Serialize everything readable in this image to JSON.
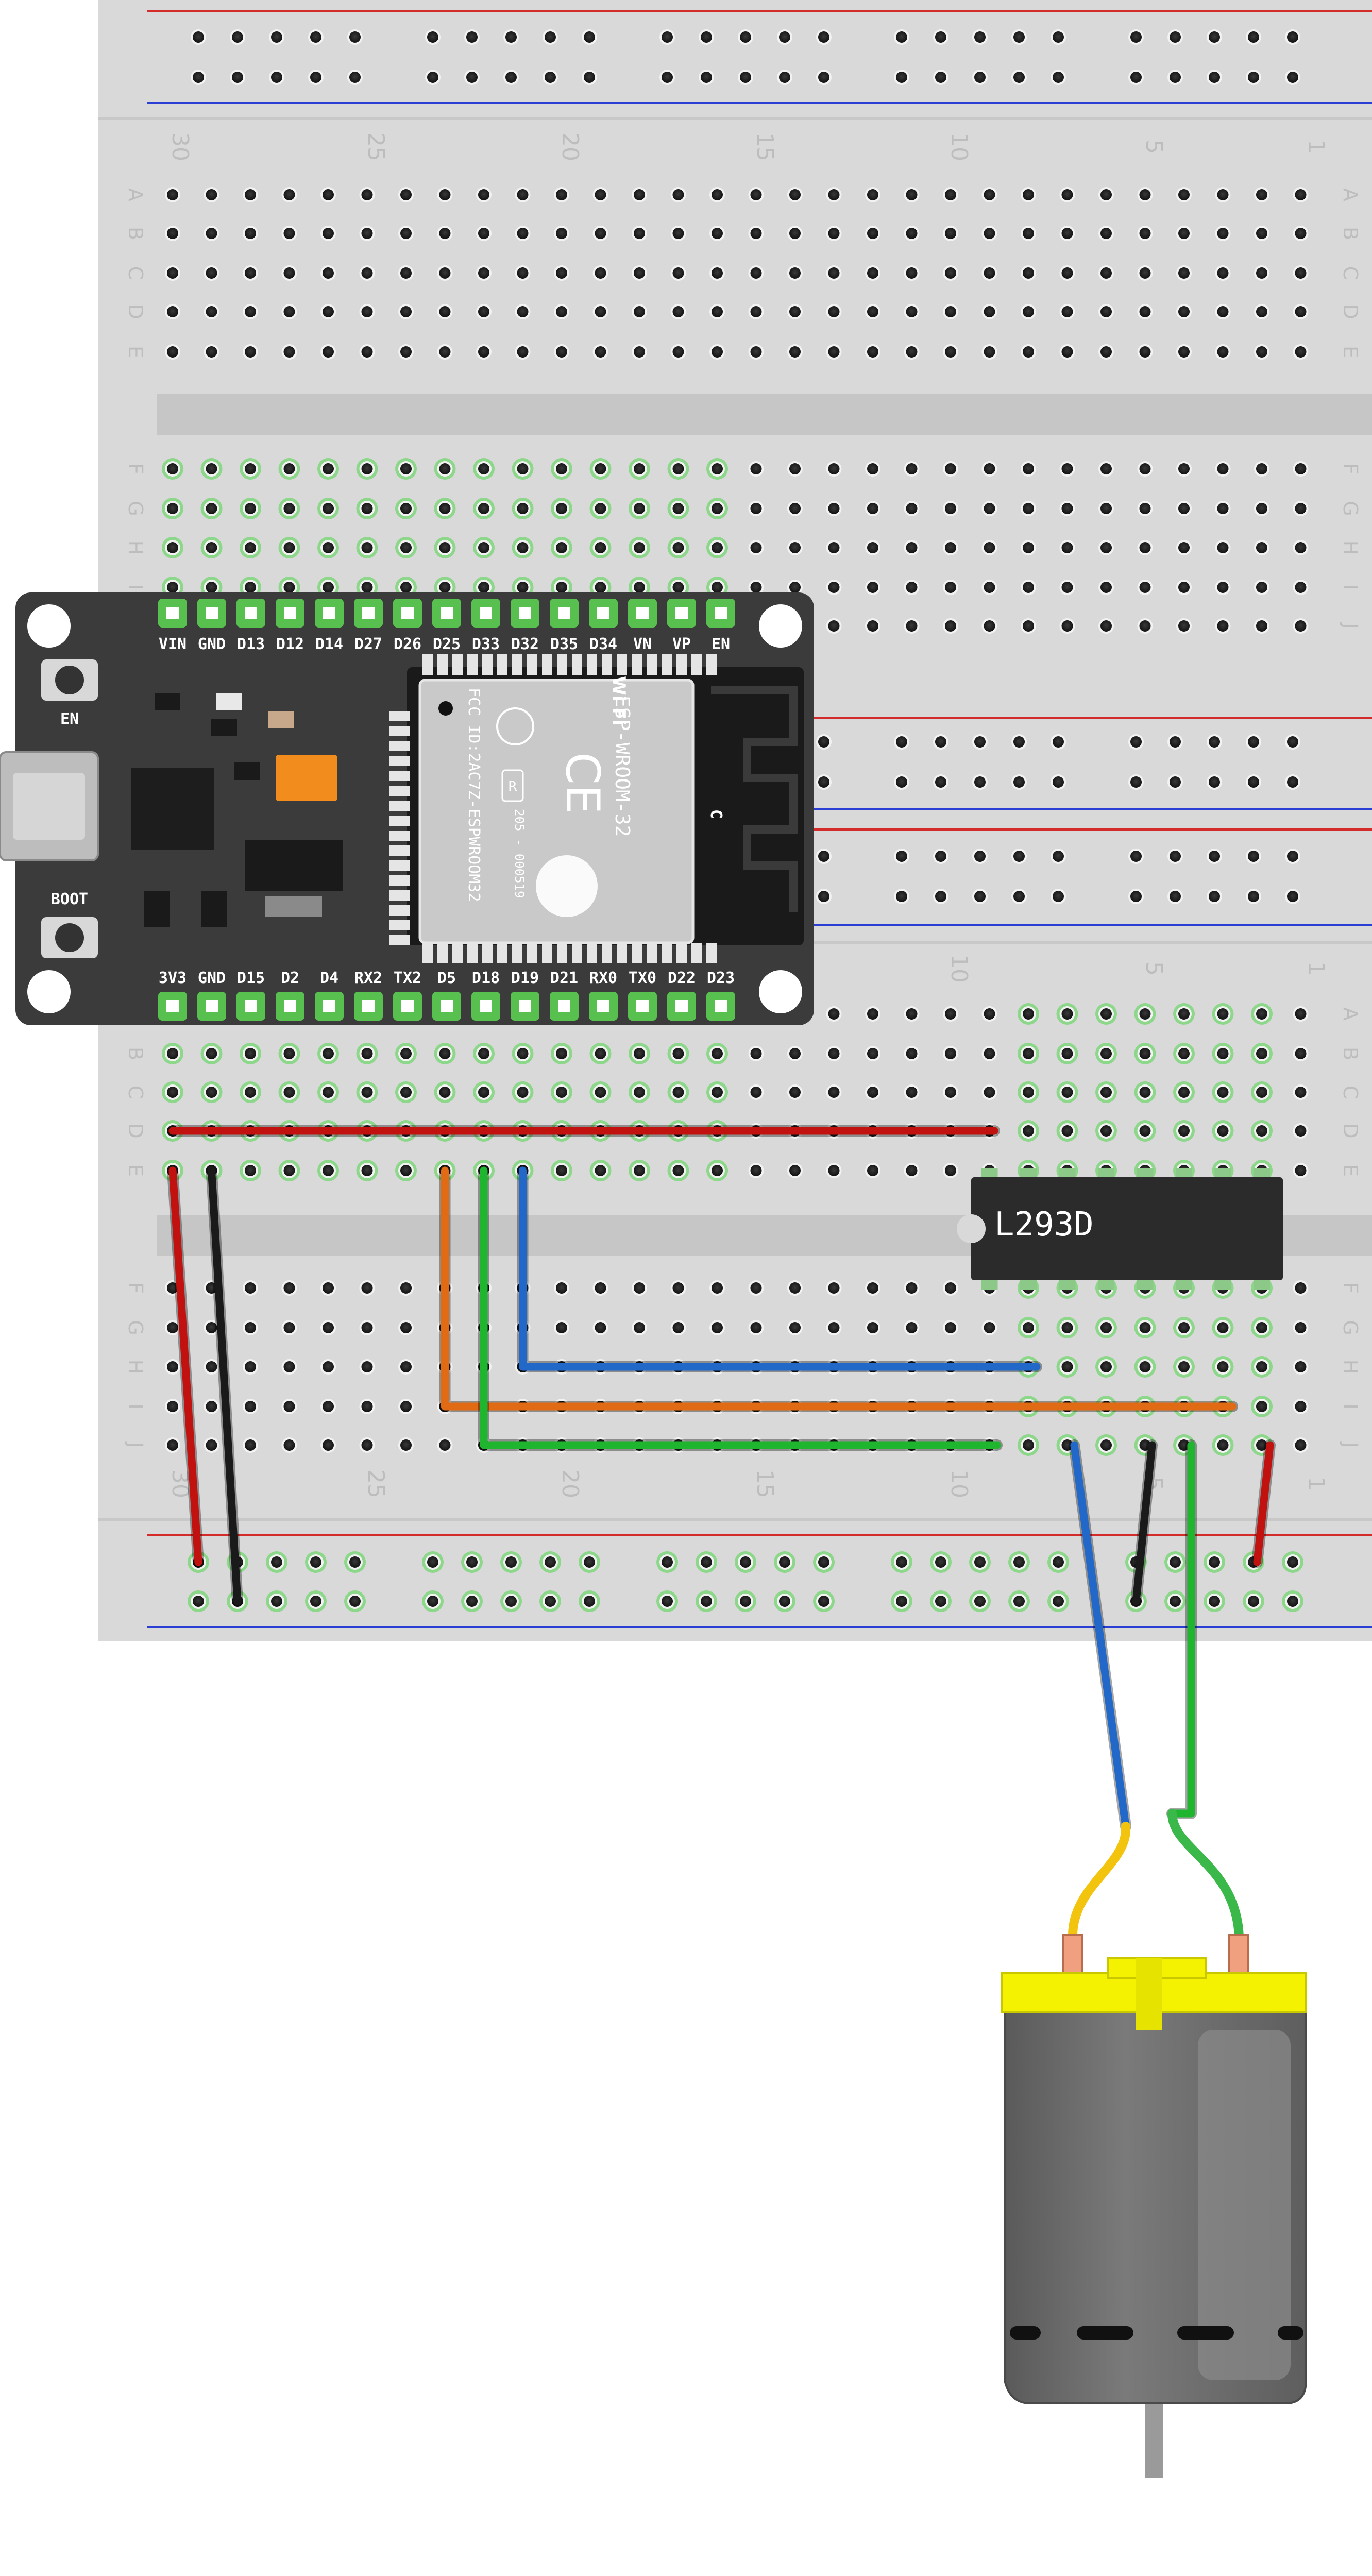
{
  "breadboard": {
    "row_letters_top": [
      "A",
      "B",
      "C",
      "D",
      "E"
    ],
    "row_letters_bottom": [
      "F",
      "G",
      "H",
      "I",
      "J"
    ],
    "column_numbers": [
      "30",
      "25",
      "20",
      "15",
      "10",
      "5",
      "1"
    ],
    "rail_colors": {
      "positive": "#d42b2b",
      "negative": "#2b3fd4"
    }
  },
  "esp32": {
    "top_pins": [
      "VIN",
      "GND",
      "D13",
      "D12",
      "D14",
      "D27",
      "D26",
      "D25",
      "D33",
      "D32",
      "D35",
      "D34",
      "VN",
      "VP",
      "EN"
    ],
    "bottom_pins": [
      "3V3",
      "GND",
      "D15",
      "D2",
      "D4",
      "RX2",
      "TX2",
      "D5",
      "D18",
      "D19",
      "D21",
      "RX0",
      "TX0",
      "D22",
      "D23"
    ],
    "button_en": "EN",
    "button_boot": "BOOT",
    "module_name": "ESP-WROOM-32",
    "fcc_id": "FCC ID:2AC7Z-ESPWROOM32",
    "cert_code": "205 - 000519",
    "wifi_logo": "Wi Fi",
    "ce_mark": "CE",
    "r_mark": "R",
    "antenna_c": "C"
  },
  "ic": {
    "label": "L293D"
  },
  "wire_colors": {
    "red": "#c2120f",
    "black": "#1a1a1a",
    "orange": "#e16b14",
    "green": "#1fb52e",
    "blue": "#2168c9",
    "yellow": "#f2c40d",
    "motor_green": "#3bb84a"
  },
  "motor": {
    "body_color": "#6d6d6d",
    "cap_color": "#f4f200"
  }
}
